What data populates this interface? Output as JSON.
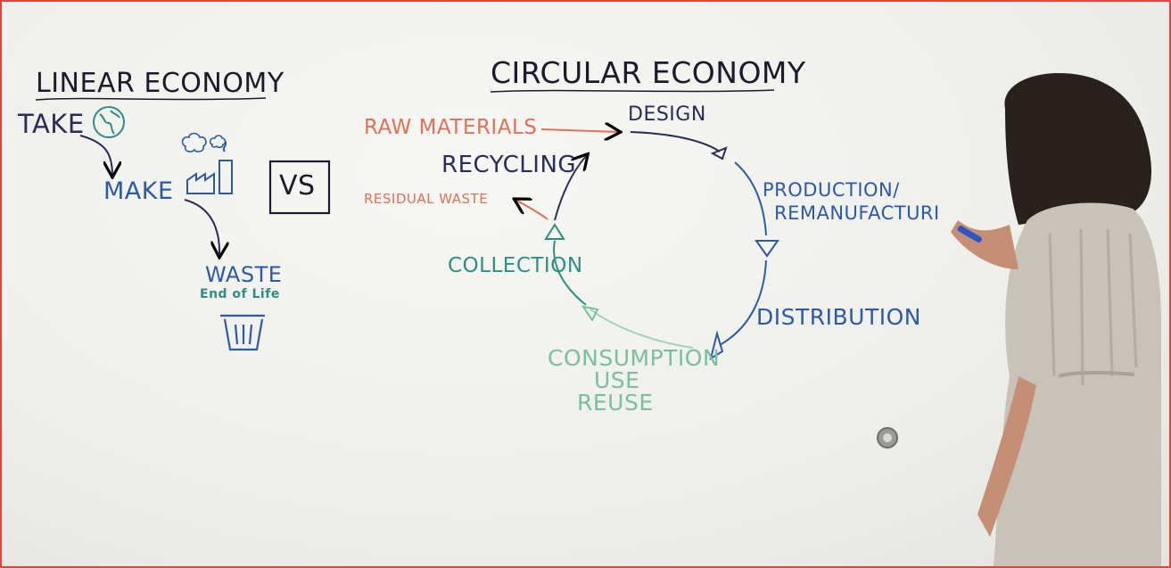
{
  "linear": {
    "heading": "LINEAR ECONOMY",
    "take": "TAKE",
    "make": "MAKE",
    "waste": "WASTE",
    "end_of_life": "End of Life"
  },
  "vs_label": "VS",
  "circular": {
    "heading": "CIRCULAR ECONOMY",
    "raw_materials": "RAW MATERIALS",
    "design": "DESIGN",
    "production_line1": "PRODUCTION/",
    "production_line2": "REMANUFACTURI",
    "distribution": "DISTRIBUTION",
    "consumption": "CONSUMPTION",
    "use": "USE",
    "reuse": "REUSE",
    "collection": "COLLECTION",
    "recycling": "RECYCLING",
    "residual_waste": "RESIDUAL WASTE"
  },
  "colors": {
    "board": "#eeeeea",
    "frame": "#e0463a",
    "navy": "#2a2c5a",
    "blue": "#2d5aa8",
    "teal": "#2c8f86",
    "green": "#7ac09a",
    "red": "#e36f55"
  },
  "icons": [
    "globe-icon",
    "factory-icon",
    "trash-can-icon"
  ]
}
